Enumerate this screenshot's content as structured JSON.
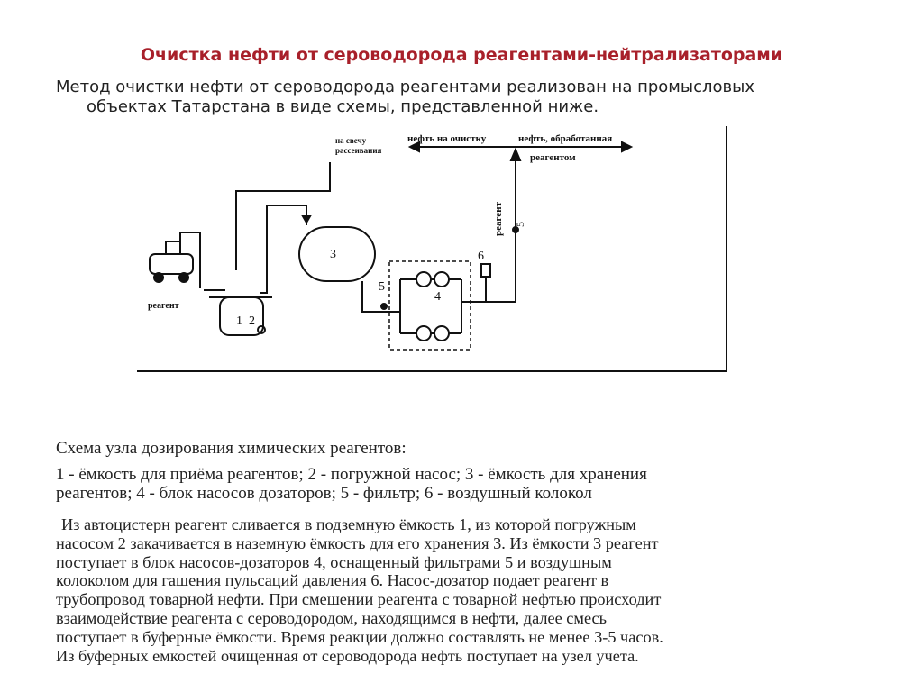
{
  "slide": {
    "title": "Очистка нефти от сероводорода реагентами-нейтрализаторами",
    "intro_lines": [
      "Метод очистки нефти от сероводорода реагентами реализован на промысловых",
      "объектах Татарстана в виде схемы, представленной ниже."
    ],
    "caption": "Схема узла дозирования химических реагентов:",
    "legend_lines": [
      "1 - ёмкость для приёма реагентов; 2 - погружной насос; 3 - ёмкость для хранения",
      "реагентов; 4 - блок насосов дозаторов; 5 - фильтр; 6 - воздушный колокол"
    ],
    "body_lines": [
      "Из автоцистерн реагент сливается в подземную ёмкость 1, из которой погружным",
      "насосом 2 закачивается в наземную ёмкость для его хранения 3. Из ёмкости 3 реагент",
      "поступает в блок насосов-дозаторов 4, оснащенный фильтрами 5 и воздушным",
      "колоколом для гашения пульсаций давления 6. Насос-дозатор подает реагент в",
      "трубопровод товарной нефти. При смешении реагента с товарной нефтью происходит",
      "взаимодействие реагента с сероводородом, находящимся в нефти, далее смесь",
      "поступает в буферные ёмкости. Время реакции должно составлять не менее 3-5 часов.",
      "Из буферных емкостей очищенная от сероводорода нефть поступает на узел учета."
    ]
  },
  "scheme": {
    "label_vent": [
      "на свечу",
      "рассеивания"
    ],
    "label_oil_in": "нефть на очистку",
    "label_oil_out": [
      "нефть, обработанная",
      "реагентом"
    ],
    "label_reagent_vertical": "реагент",
    "label_reagent_truck": "реагент",
    "num_1": "1",
    "num_2": "2",
    "num_3": "3",
    "num_4": "4",
    "num_5": "5",
    "num_5b": "5",
    "num_6": "6"
  },
  "colors": {
    "title": "#a8202a",
    "text": "#222222",
    "line": "#111111"
  }
}
